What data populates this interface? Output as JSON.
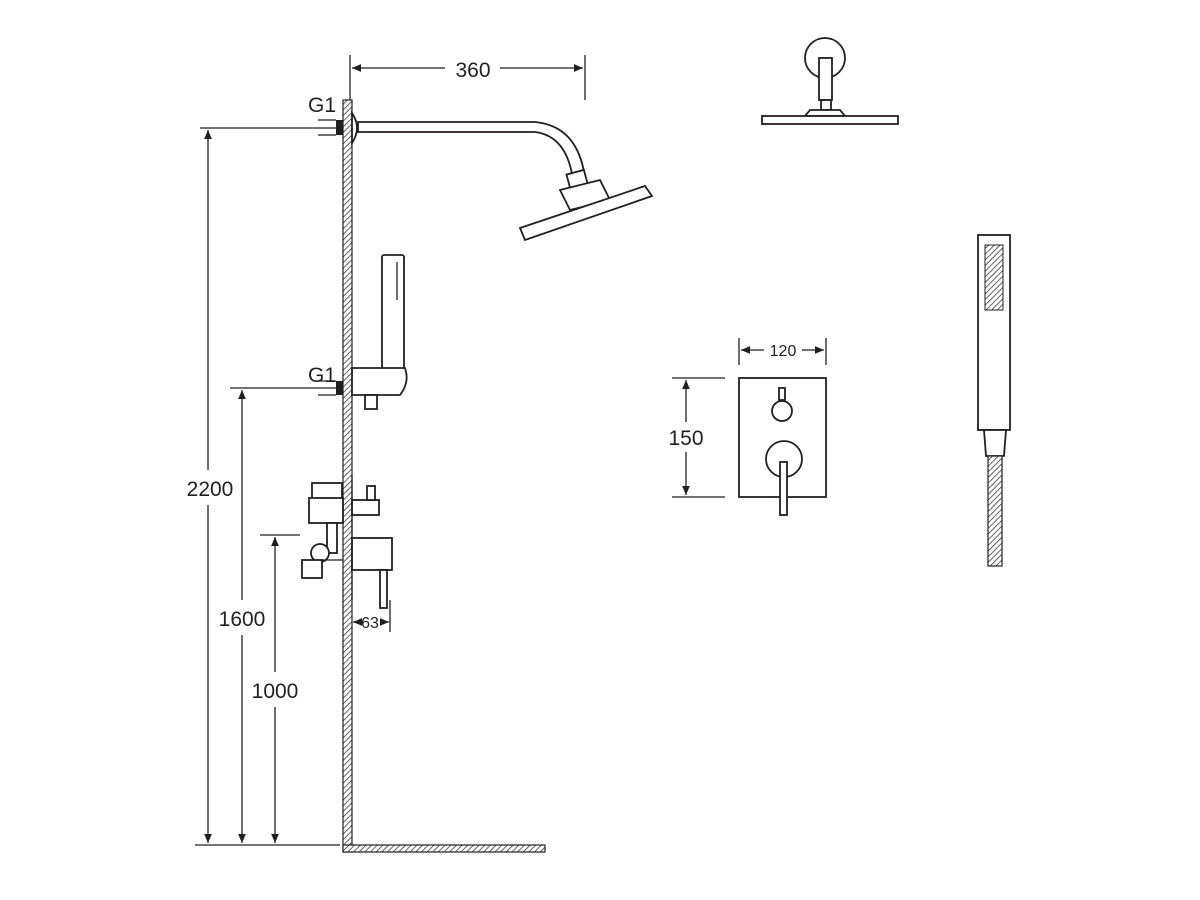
{
  "dimensions": {
    "arm_length": "360",
    "inlet_top": "G1",
    "inlet_bottom": "G1",
    "height_head": "2200",
    "height_hand": "1600",
    "height_valve": "1000",
    "valve_depth": "63",
    "plate_width": "120",
    "plate_height": "150"
  },
  "colors": {
    "line": "#231f20",
    "background": "#ffffff"
  }
}
